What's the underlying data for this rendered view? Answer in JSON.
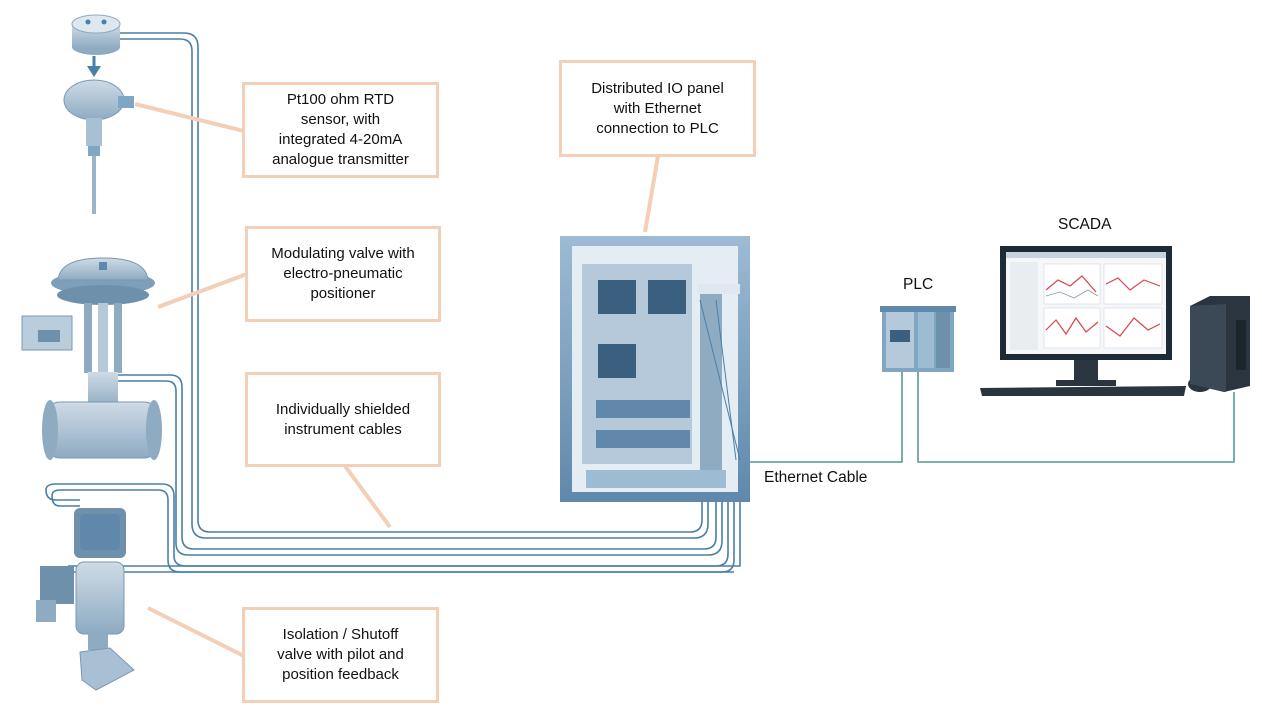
{
  "callouts": {
    "rtd": "Pt100 ohm RTD\nsensor, with\nintegrated 4-20mA\nanalogue  transmitter",
    "modulating_valve": "Modulating valve with\nelectro-pneumatic\npositioner",
    "cables": "Individually shielded\ninstrument cables",
    "shutoff_valve": "Isolation / Shutoff\nvalve with pilot and\nposition feedback",
    "io_panel": "Distributed IO panel\nwith Ethernet\nconnection to PLC"
  },
  "labels": {
    "ethernet_cable": "Ethernet Cable",
    "plc": "PLC",
    "scada": "SCADA"
  },
  "colors": {
    "instrument_cable": "#4a7fa7",
    "ethernet_cable": "#6aa6a0",
    "callout_border": "#f2cfb6",
    "device_blue": "#7fa7c4"
  }
}
